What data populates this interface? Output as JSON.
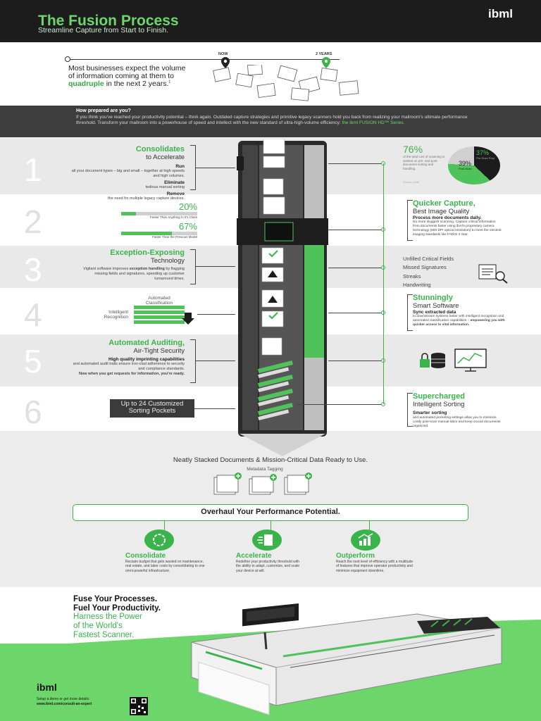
{
  "header": {
    "title": "The Fusion Process",
    "subtitle": "Streamline Capture from Start to Finish.",
    "logo": "ibml"
  },
  "timeline": {
    "now_label": "NOW",
    "future_label": "2 YEARS"
  },
  "intro": {
    "line1": "Most businesses expect the volume of information coming at them to",
    "highlight": "quadruple",
    "line2": "in the next 2 years.",
    "footnote": "1"
  },
  "prepared": {
    "title": "How prepared are you?",
    "body": "If you think you've reached your productivity potential – think again. Outdated capture strategies and primitive legacy scanners hold you back from realizing your mailroom's ultimate performance threshold. Transform your mailroom into a powerhouse of speed and intellect with the new standard of ultra-high-volume efficiency:",
    "product": "the ibml FUSION HD™ Series."
  },
  "steps": [
    {
      "num": "1",
      "heading": "Consolidates",
      "subheading": "to Accelerate",
      "items": [
        {
          "title": "Run",
          "text": "all your document types – big and small – together at high speeds and high volumes."
        },
        {
          "title": "Eliminate",
          "text": "tedious manual sorting"
        },
        {
          "title": "Remove",
          "text": "the need for multiple legacy capture devices."
        }
      ]
    },
    {
      "num": "2",
      "stats": [
        {
          "value": "20%",
          "label": "Faster Than Anything In It's Class"
        },
        {
          "value": "67%",
          "label": "Faster Than the Previous Model"
        }
      ]
    },
    {
      "num": "3",
      "heading": "Exception-Exposing",
      "subheading": "Technology",
      "text_pre": "Vigilant software improves",
      "text_bold": "exception handling",
      "text_post": "by flagging missing fields and signatures, speeding up customer turnaround times."
    },
    {
      "num": "4",
      "label_top": "Automated Classification",
      "label_side": "Intelligent Recognition"
    },
    {
      "num": "5",
      "heading": "Automated Auditing,",
      "subheading": "Air-Tight Security",
      "bold": "High quality imprinting capabilities",
      "text": "and automated audit trails ensure iron-clad adherence to security and compliance standards.",
      "text_bold": "Now when you get requests for information, you're ready."
    },
    {
      "num": "6",
      "box": "Up to 24 Customized Sorting Pockets"
    }
  ],
  "right": {
    "pie": {
      "value": "76%",
      "text": "of the total cost of scanning is wasted on pre- and post-document sorting and handling.",
      "slice_a": "37%",
      "slice_a_label": "Pre-Scan Prep",
      "slice_b": "39%",
      "slice_b_label": "Post-Scan",
      "source": "Source: AIIM"
    },
    "quicker": {
      "heading": "Quicker Capture,",
      "subheading": "Best Image Quality",
      "bold": "Process more documents daily.",
      "text": "No more sluggish scanning. Capture critical information from documents faster using ibml's proprietary camera technology (600 DPI optical resolution) to meet the strictest imaging standards like FADGI 3 Star."
    },
    "exceptions": [
      "Unfilled Critical Fields",
      "Missed Signatures",
      "Streaks",
      "Handwriting"
    ],
    "stunningly": {
      "heading": "Stunningly",
      "subheading": "Smart Software",
      "bold": "Sync extracted data",
      "text": "to downstream systems faster with intelligent recognition and automated classification capabilities –",
      "text_bold": "empowering you with quicker access to vital information."
    },
    "supercharged": {
      "heading": "Supercharged",
      "subheading": "Intelligent Sorting",
      "bold": "Smarter sorting",
      "text": "and automated pocketing settings allow you to minimize costly post-scan manual labor and keep crucial documents organized."
    }
  },
  "bottom": {
    "neatly": "Neatly Stacked Documents & Mission-Critical Data Ready to Use.",
    "metadata": "Metadata Tagging",
    "overhaul": "Overhaul Your Performance Potential.",
    "columns": [
      {
        "title": "Consolidate",
        "text": "Reclaim budget that gets wasted on maintenance, real estate, and labor costs by consolidating to one omni-powerful infrastructure."
      },
      {
        "title": "Accelerate",
        "text": "Redefine your productivity threshold with the ability to adapt, customize, and scale your device at will."
      },
      {
        "title": "Outperform",
        "text": "Reach the next level of efficiency with a multitude of features that improve operator productivity and minimize equipment downtime."
      }
    ]
  },
  "footer": {
    "line1": "Fuse Your Processes.",
    "line2": "Fuel Your Productivity.",
    "line3": "Harness the Power",
    "line4": "of the World's",
    "line5": "Fastest Scanner.",
    "logo": "ibml",
    "cta1": "Setup a demo or get more details:",
    "cta2": "www.ibml.com/consult-an-expert"
  },
  "colors": {
    "accent": "#3ab44a",
    "light_accent": "#6cd66a",
    "dark": "#1c1c1c"
  }
}
